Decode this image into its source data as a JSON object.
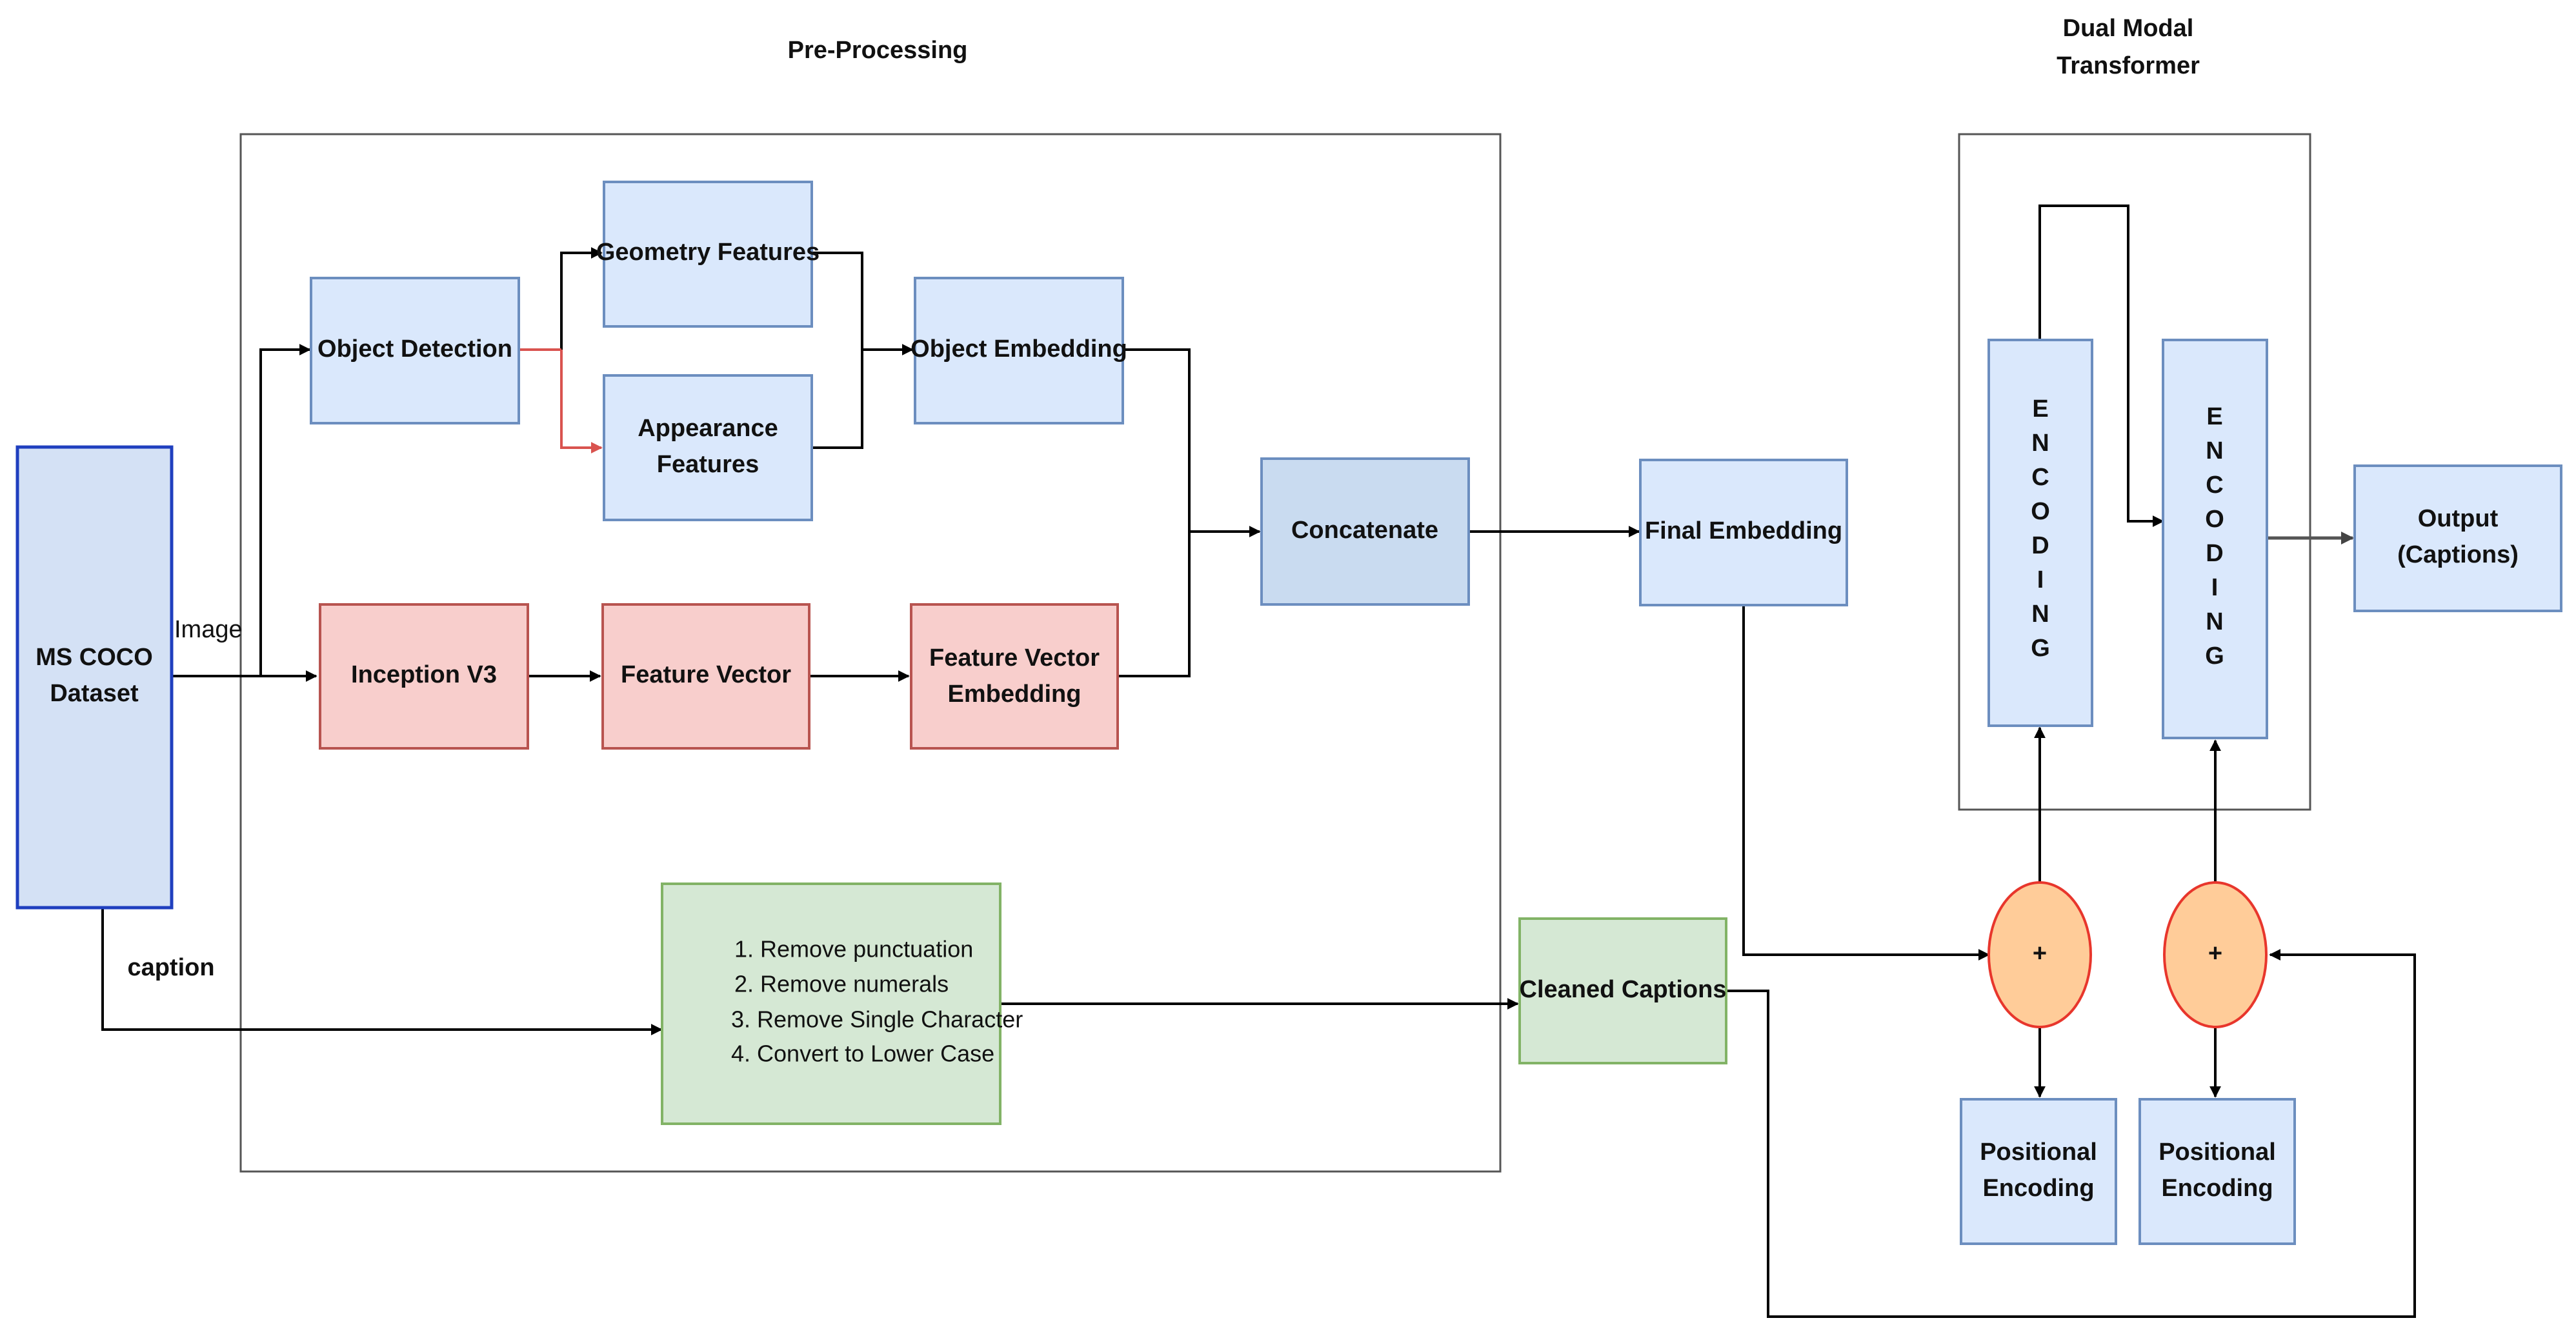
{
  "diagram": {
    "sections": {
      "pre_processing": "Pre-Processing",
      "transformer_line1": "Dual Modal",
      "transformer_line2": "Transformer"
    },
    "nodes": {
      "dataset": {
        "line1": "MS COCO",
        "line2": "Dataset"
      },
      "object_detection": "Object Detection",
      "geometry_features": "Geometry Features",
      "appearance_features": {
        "line1": "Appearance",
        "line2": "Features"
      },
      "object_embedding": "Object Embedding",
      "inception_v3": "Inception V3",
      "feature_vector": "Feature Vector",
      "feature_vector_embedding": {
        "line1": "Feature Vector",
        "line2": "Embedding"
      },
      "concatenate": "Concatenate",
      "final_embedding": "Final Embedding",
      "cleaning_steps": [
        "1. Remove punctuation",
        "2. Remove numerals",
        "3. Remove Single Character",
        "4. Convert to Lower Case"
      ],
      "cleaned_captions": "Cleaned Captions",
      "encoding_letters": [
        "E",
        "N",
        "C",
        "O",
        "D",
        "I",
        "N",
        "G"
      ],
      "adder_symbol": "+",
      "positional_encoding": {
        "line1": "Positional",
        "line2": "Encoding"
      },
      "output": {
        "line1": "Output",
        "line2": "(Captions)"
      }
    },
    "edge_labels": {
      "image": "Image",
      "caption": "caption"
    }
  }
}
